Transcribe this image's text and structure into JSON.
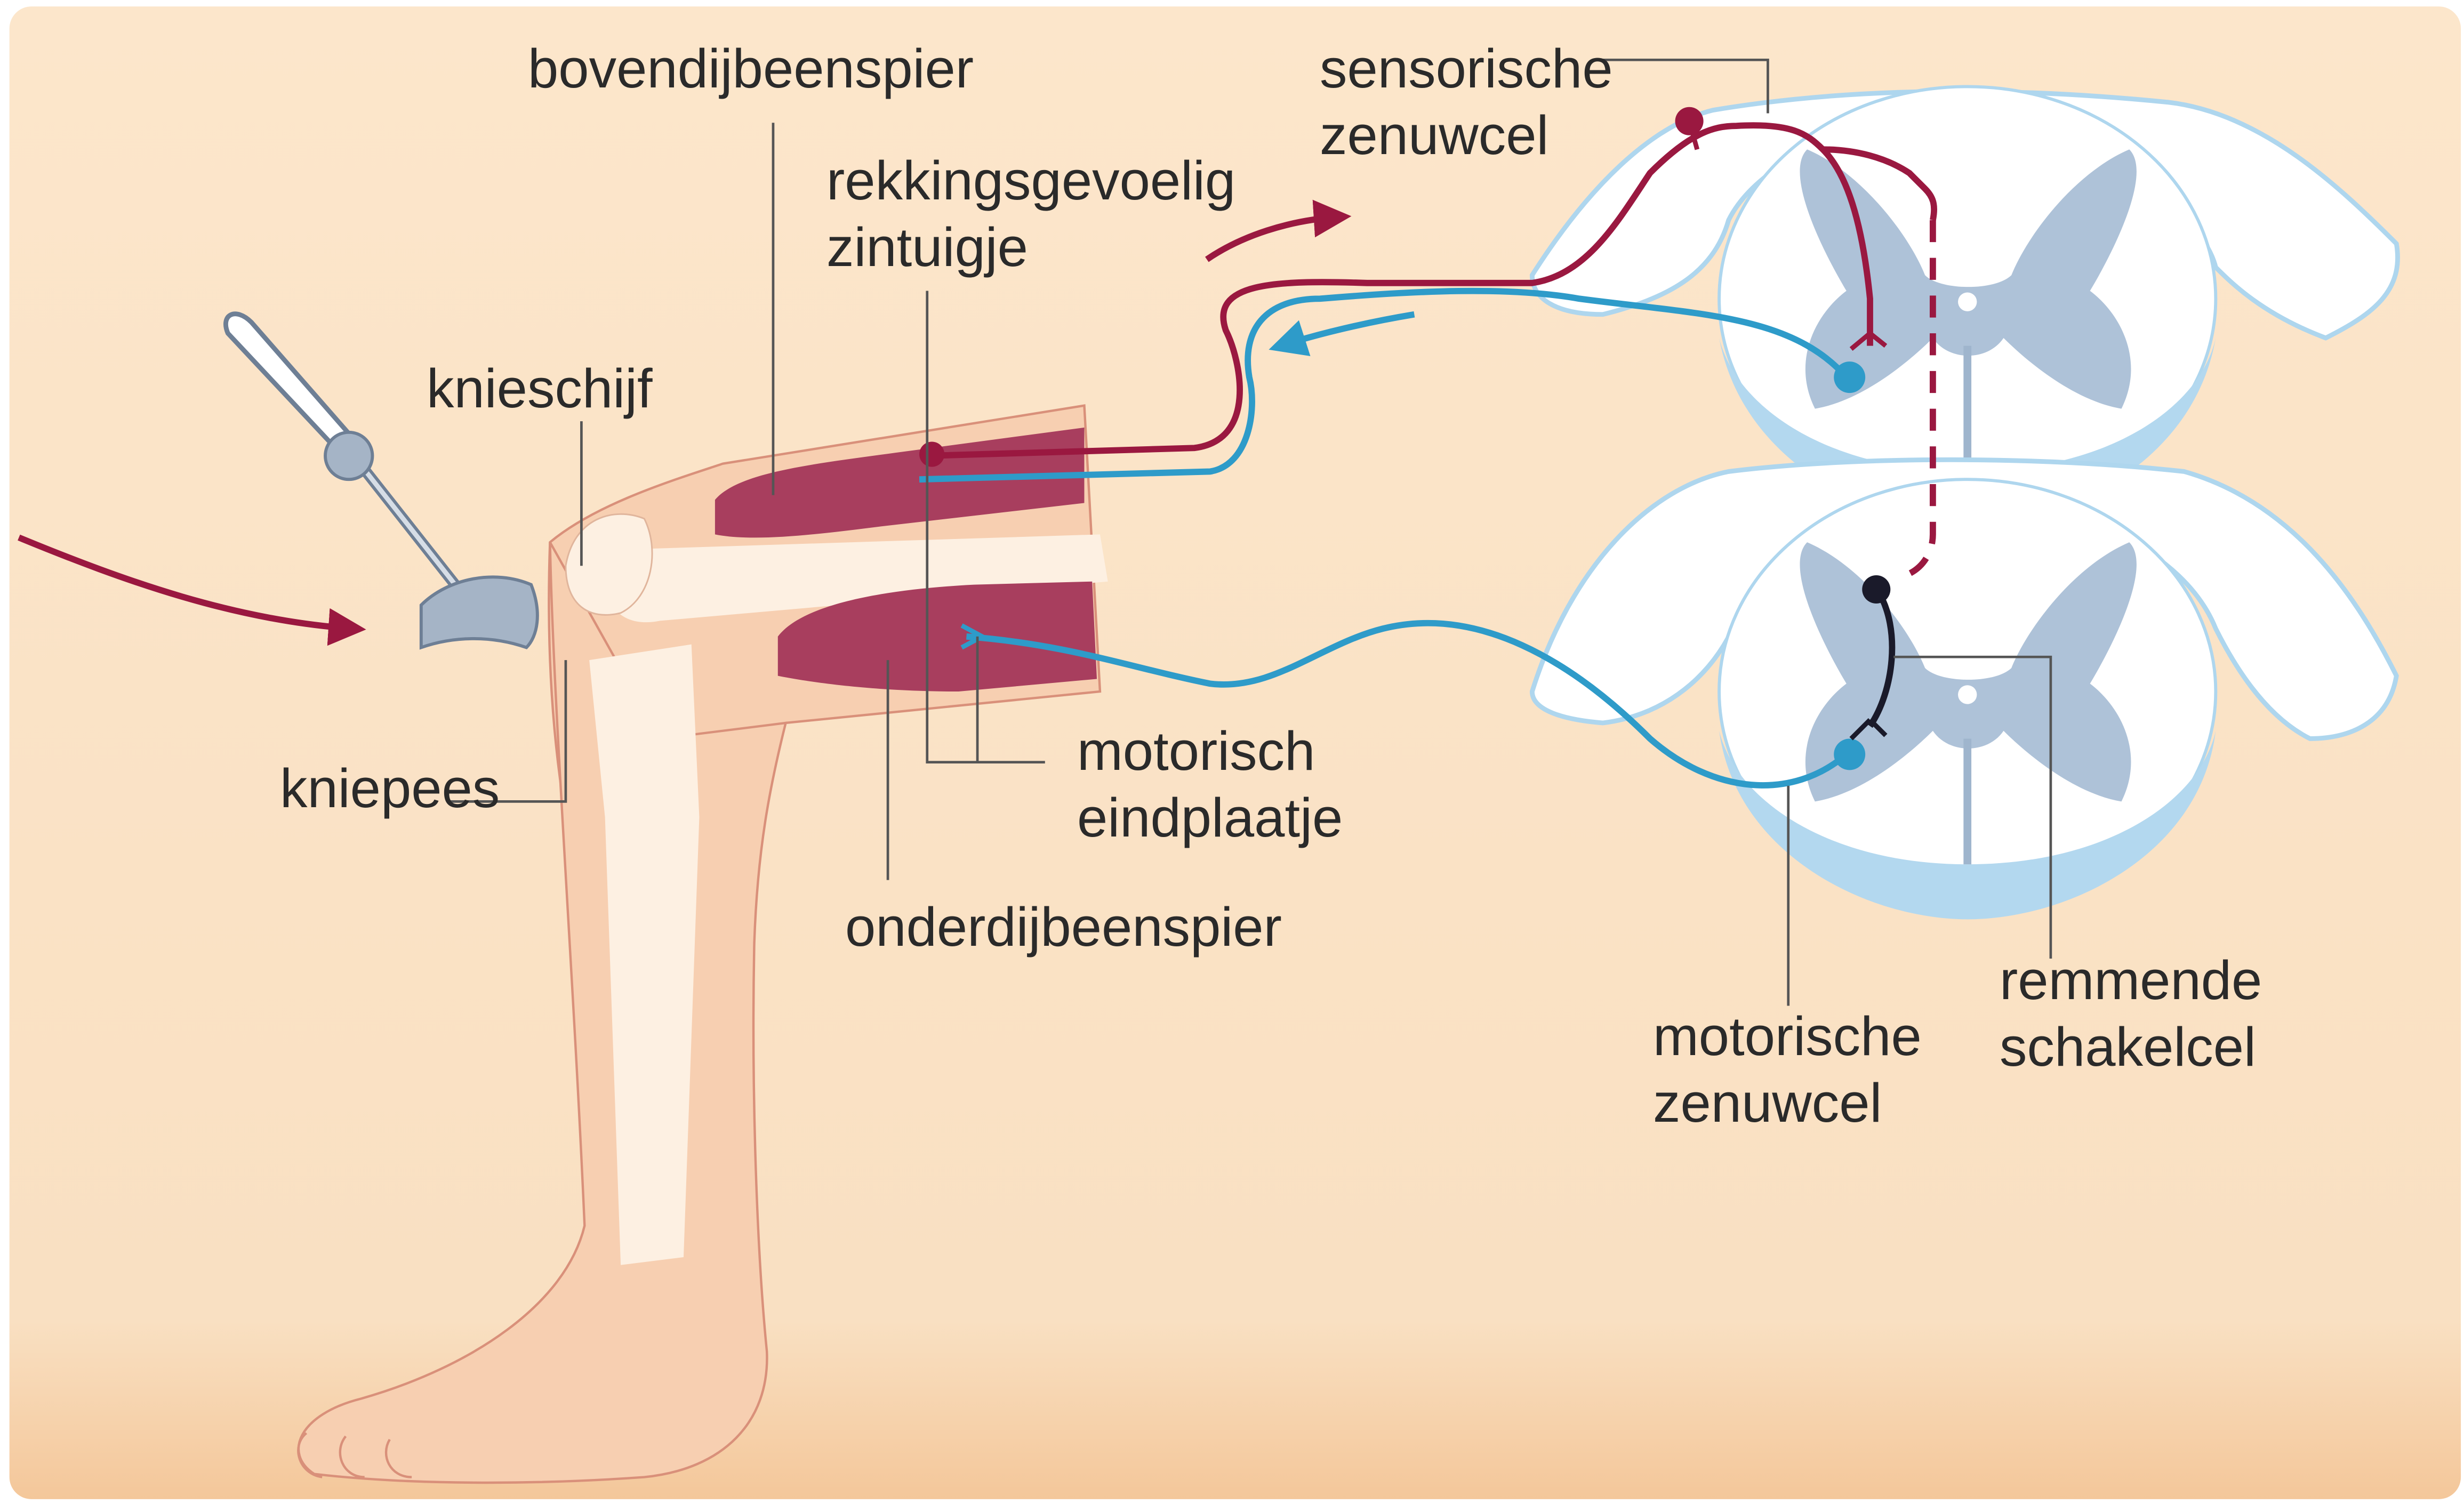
{
  "colors": {
    "background": "#fae3c6",
    "muscle": "#a83e5e",
    "sensory_nerve": "#9a1840",
    "motor_nerve": "#2e9bc9",
    "interneuron": "#1a1a2a",
    "grey_matter": "#aec2d8",
    "white_matter_ventral": "#b3d8ef"
  },
  "icons": {
    "hammer": "reflex-hammer-icon",
    "arrow": "arrow-icon"
  },
  "labels": {
    "quadriceps": "bovendijbeenspier",
    "sensory_neuron_line1": "sensorische",
    "sensory_neuron_line2": "zenuwcel",
    "stretch_receptor_line1": "rekkingsgevoelig",
    "stretch_receptor_line2": "zintuigje",
    "kneecap": "knieschijf",
    "patellar_tendon": "kniepees",
    "motor_endplate_line1": "motorisch",
    "motor_endplate_line2": "eindplaatje",
    "hamstring": "onderdijbeenspier",
    "motor_neuron_line1": "motorische",
    "motor_neuron_line2": "zenuwcel",
    "inhibitory_interneuron_line1": "remmende",
    "inhibitory_interneuron_line2": "schakelcel"
  }
}
